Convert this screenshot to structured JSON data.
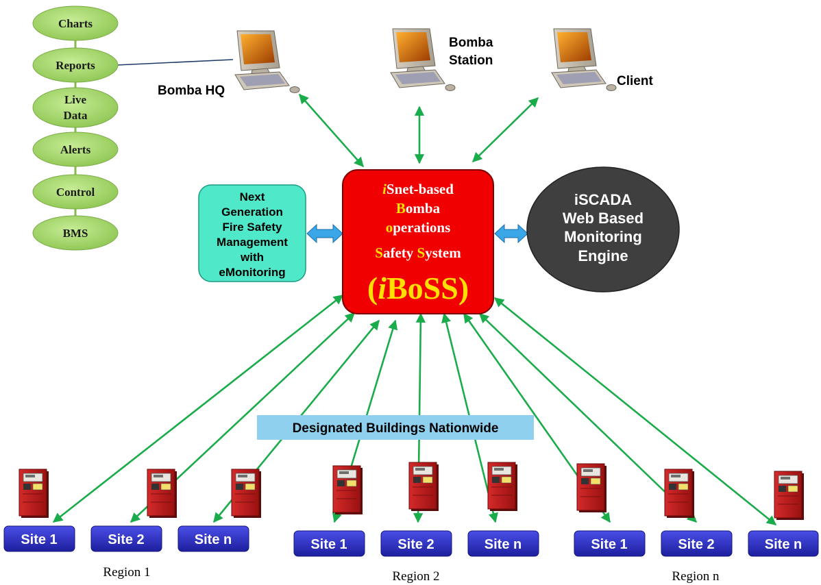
{
  "menu": [
    {
      "lines": [
        "Charts"
      ]
    },
    {
      "lines": [
        "Reports"
      ]
    },
    {
      "lines": [
        "Live",
        "Data"
      ]
    },
    {
      "lines": [
        "Alerts"
      ]
    },
    {
      "lines": [
        "Control"
      ]
    },
    {
      "lines": [
        "BMS"
      ]
    }
  ],
  "computers": [
    {
      "label_lines": [
        "Bomba HQ"
      ]
    },
    {
      "label_lines": [
        "Bomba",
        "Station"
      ]
    },
    {
      "label_lines": [
        "Client"
      ]
    }
  ],
  "fire_safety_box": {
    "lines": [
      "Next",
      "Generation",
      "Fire Safety",
      "Management",
      "with",
      "eMonitoring"
    ]
  },
  "iboss": {
    "line1_hl": "i",
    "line1_rest": "Snet-based",
    "line2_hl": "B",
    "line2_rest": "omba",
    "line3_hl": "o",
    "line3_rest": "perations",
    "line4_hl1": "S",
    "line4_mid": "afety ",
    "line4_hl2": "S",
    "line4_rest": "ystem",
    "acronym_open": "(",
    "acronym_i": "i",
    "acronym_rest": "BoSS)"
  },
  "engine": {
    "lines": [
      "iSCADA",
      "Web Based",
      "Monitoring",
      "Engine"
    ]
  },
  "banner": "Designated Buildings Nationwide",
  "regions": [
    {
      "name": "Region 1",
      "sites": [
        "Site 1",
        "Site 2",
        "Site n"
      ]
    },
    {
      "name": "Region 2",
      "sites": [
        "Site 1",
        "Site 2",
        "Site n"
      ]
    },
    {
      "name": "Region n",
      "sites": [
        "Site 1",
        "Site 2",
        "Site n"
      ]
    }
  ],
  "colors": {
    "menu_fill": "#a9d86e",
    "iboss_fill": "#f00000",
    "highlight": "#ffe000",
    "fire_box_fill": "#4fe8c8",
    "engine_fill": "#3f3f3f",
    "site_fill": "#2b2ec4",
    "banner_fill": "#8fd0ee",
    "link_arrow": "#1aab4a",
    "bidir_arrow": "#3aa6e8"
  }
}
